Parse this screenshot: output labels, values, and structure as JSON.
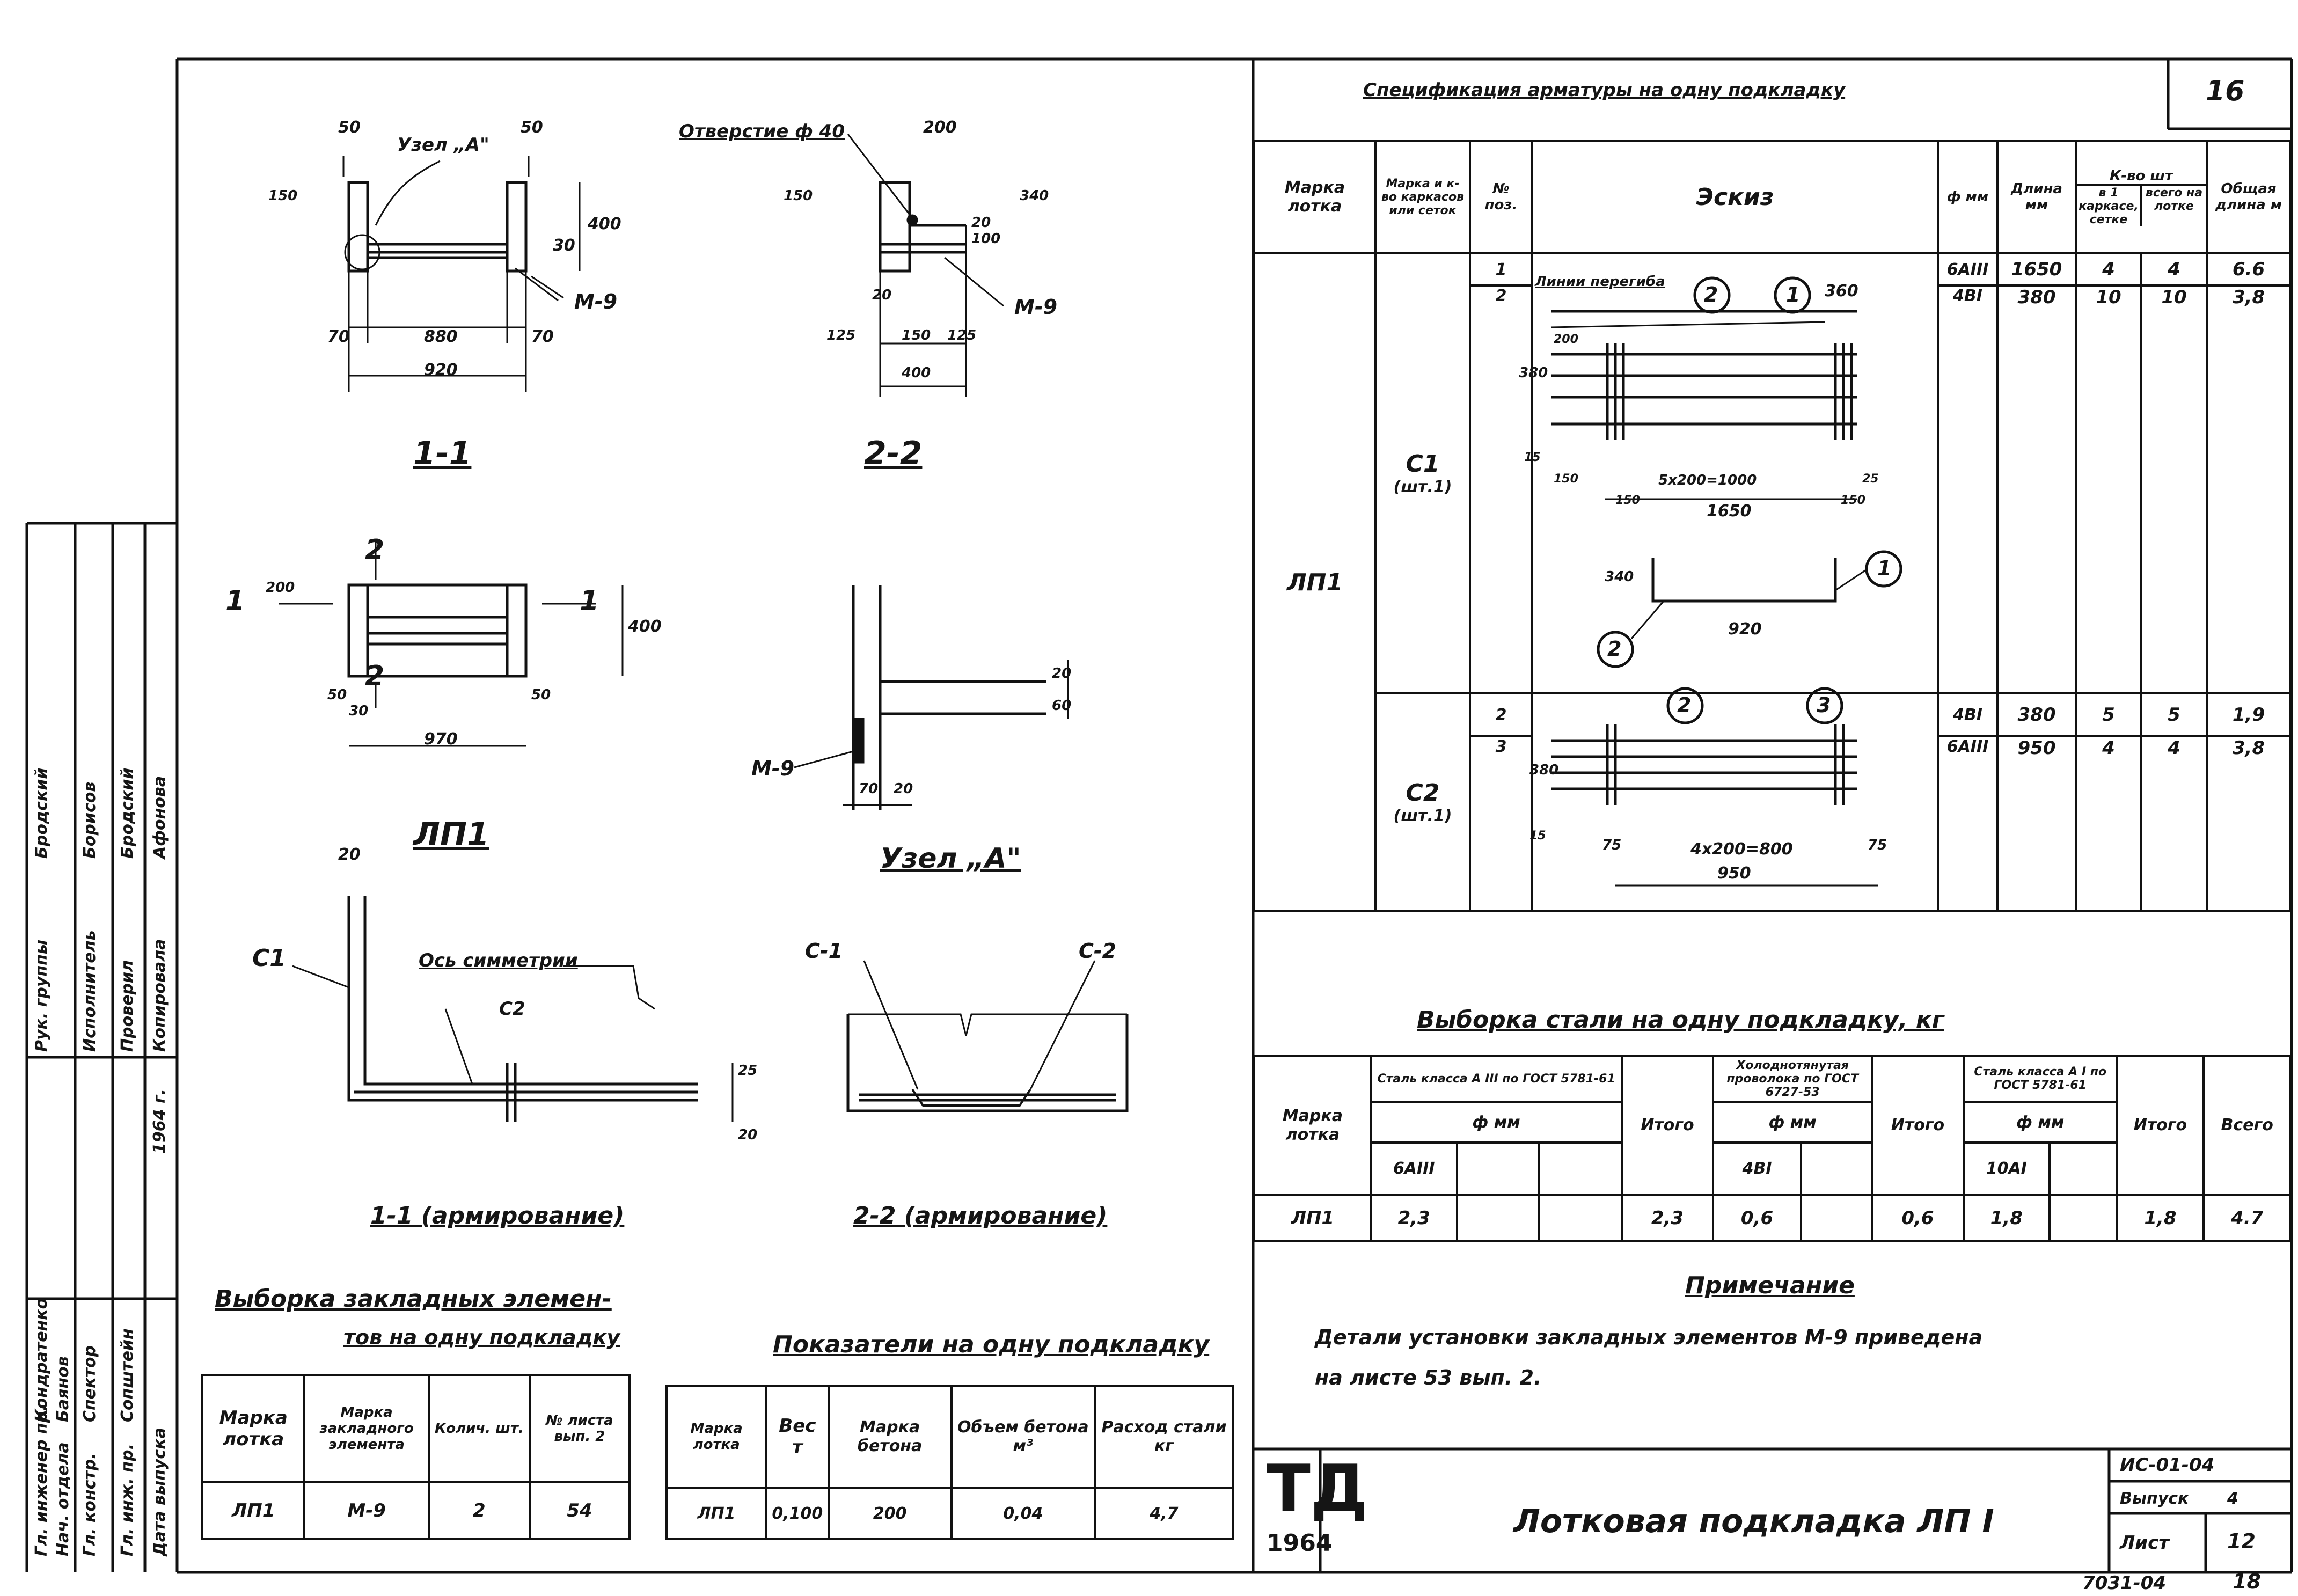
{
  "sheet": {
    "number": "16",
    "series": "ИС-01-04",
    "issue_label": "Выпуск",
    "issue_no": "4",
    "list_label": "Лист",
    "list_no": "12",
    "footer_no": "7031-04",
    "footer_page": "18"
  },
  "title_block": {
    "logo": "ТД",
    "year": "1964",
    "title": "Лотковая подкладка ЛП I"
  },
  "drawing_labels": {
    "node_a_ref": "Узел „А\"",
    "hole": "Отверстие ф 40",
    "m9": "М-9",
    "sec11": "1-1",
    "sec22": "2-2",
    "lp1": "ЛП1",
    "node_a": "Узел „А\"",
    "sec11_arm": "1-1 (армирование)",
    "sec22_arm": "2-2 (армирование)",
    "c1": "С1",
    "c2": "С2",
    "c_1": "С-1",
    "c_2": "С-2",
    "axis": "Ось симметрии",
    "mark1": "1",
    "mark2": "2"
  },
  "dimensions": {
    "d50a": "50",
    "d50b": "50",
    "d150a": "150",
    "d400a": "400",
    "d70a": "70",
    "d70b": "70",
    "d880": "880",
    "d920": "920",
    "d20a": "20",
    "d30": "30",
    "d200a": "200",
    "d150b": "150",
    "d340": "340",
    "d20b": "20",
    "d125a": "125",
    "d150c": "150",
    "d125b": "125",
    "d400b": "400",
    "d100": "100",
    "d200b": "200",
    "d400c": "400",
    "d50c": "50",
    "d30b": "30",
    "d50d": "50",
    "d970": "970",
    "d70c": "70",
    "d20c": "20",
    "d20d": "20",
    "d60": "60",
    "d20e": "20",
    "d25": "25",
    "d20f": "20"
  },
  "spec": {
    "title": "Спецификация арматуры на одну подкладку",
    "headers": {
      "mark": "Марка лотка",
      "mesh": "Марка и к-во каркасов или сеток",
      "pos": "№ поз.",
      "sketch": "Эскиз",
      "diam": "ф мм",
      "length": "Длина мм",
      "qty": "К-во шт",
      "qty_one": "в 1 каркасе, сетке",
      "qty_all": "всего на лотке",
      "total": "Общая длина м"
    },
    "lotok": "ЛП1",
    "c1": {
      "name": "С1",
      "count": "(шт.1)"
    },
    "c2": {
      "name": "С2",
      "count": "(шт.1)"
    },
    "rows": [
      {
        "pos": "1",
        "diam": "6AIII",
        "length": "1650",
        "q1": "4",
        "q2": "4",
        "total": "6.6"
      },
      {
        "pos": "2",
        "diam": "4BI",
        "length": "380",
        "q1": "10",
        "q2": "10",
        "total": "3,8"
      },
      {
        "pos": "2",
        "diam": "4BI",
        "length": "380",
        "q1": "5",
        "q2": "5",
        "total": "1,9"
      },
      {
        "pos": "3",
        "diam": "6AIII",
        "length": "950",
        "q1": "4",
        "q2": "4",
        "total": "3,8"
      }
    ],
    "sketch": {
      "bend_line": "Линии перегиба",
      "d360": "360",
      "d380": "380",
      "d200x": "200",
      "d15": "15",
      "d150": "150",
      "d25": "25",
      "d_5x200": "5x200=1000",
      "d150l": "150",
      "d150r": "150",
      "d1650": "1650",
      "d340": "340",
      "d920": "920",
      "d380b": "380",
      "d15b": "15",
      "d75a": "75",
      "d_4x200": "4x200=800",
      "d75b": "75",
      "d950": "950"
    }
  },
  "steel": {
    "title": "Выборка стали на одну подкладку, кг",
    "h_mark": "Марка лотка",
    "h_a3": "Сталь класса А III по ГОСТ 5781-61",
    "h_wire": "Холоднотянутая проволока по ГОСТ 6727-53",
    "h_a1": "Сталь класса А I по ГОСТ 5781-61",
    "h_total": "Всего",
    "h_d": "ф мм",
    "h_itogo": "Итого",
    "d_a3": "6AIII",
    "d_wire": "4BI",
    "d_a1": "10AI",
    "row": {
      "mark": "ЛП1",
      "a3": "2,3",
      "a3_itogo": "2,3",
      "wire": "0,6",
      "wire_itogo": "0,6",
      "a1": "1,8",
      "a1_itogo": "1,8",
      "total": "4.7"
    }
  },
  "note": {
    "title": "Примечание",
    "text1": "Детали установки закладных элементов М-9 приведена",
    "text2": "на листе 53 вып. 2."
  },
  "embedded": {
    "title1": "Выборка закладных элемен-",
    "title2": "тов на одну подкладку",
    "headers": [
      "Марка лотка",
      "Марка закладного элемента",
      "Колич. шт.",
      "№ листа вып. 2"
    ],
    "row": [
      "ЛП1",
      "М-9",
      "2",
      "54"
    ]
  },
  "indicators": {
    "title": "Показатели на одну подкладку",
    "headers": [
      "Марка лотка",
      "Вес т",
      "Марка бетона",
      "Объем бетона м³",
      "Расход стали кг"
    ],
    "row": [
      "ЛП1",
      "0,100",
      "200",
      "0,04",
      "4,7"
    ]
  },
  "stamp": {
    "roles": [
      "Гл. инженер пр.",
      "Нач. отдела",
      "Гл. констр.",
      "Гл. инж. пр."
    ],
    "names": [
      "Кондратенко",
      "Баянов",
      "Спектор",
      "Сопштейн"
    ],
    "roles2": [
      "Рук. группы",
      "Исполнитель",
      "Проверил",
      "Копировала"
    ],
    "names2": [
      "Бродский",
      "Борисов",
      "Бродский",
      "Афонова"
    ],
    "date_label": "Дата выпуска",
    "date": "1964 г."
  }
}
